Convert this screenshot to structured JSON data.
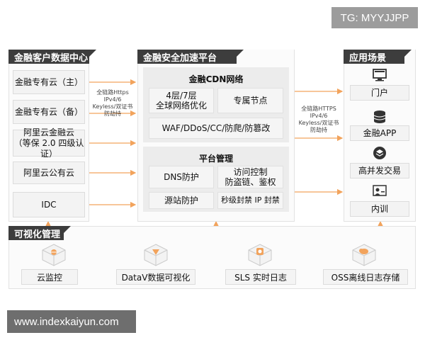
{
  "watermark": "TG: MYYJJPP",
  "left": {
    "header": "金融客户数据中心",
    "items": [
      "金融专有云（主）",
      "金融专有云（备）",
      "阿里云金融云\n（等保 2.0 四级认证）",
      "阿里云公有云",
      "IDC"
    ]
  },
  "left_note": "全链路Https\nIPv4/6\nKeyless/双证书\n防劫持",
  "center": {
    "header": "金融安全加速平台",
    "cdn": {
      "title": "金融CDN网络",
      "box_layer": "4层/7层\n全球网络优化",
      "box_node": "专属节点",
      "box_waf": "WAF/DDoS/CC/防爬/防篡改"
    },
    "mgmt": {
      "title": "平台管理",
      "box_dns": "DNS防护",
      "box_access": "访问控制\n防盗链、鉴权",
      "box_origin": "源站防护",
      "box_ban": "秒级封禁 IP 封禁"
    }
  },
  "right_note": "全链路HTTPS\nIPv4/6\nKeyless/双证书\n防劫持",
  "right": {
    "header": "应用场景",
    "items": [
      {
        "label": "门户",
        "icon": "monitor-icon"
      },
      {
        "label": "金融APP",
        "icon": "database-icon"
      },
      {
        "label": "高并发交易",
        "icon": "layers-icon"
      },
      {
        "label": "内训",
        "icon": "presenter-icon"
      }
    ]
  },
  "viz": {
    "header": "可视化管理",
    "items": [
      "云监控",
      "DataV数据可视化",
      "SLS 实时日志",
      "OSS离线日志存储"
    ]
  },
  "url": "www.indexkaiyun.com",
  "colors": {
    "accent": "#f2a35c",
    "header": "#3d3d3d",
    "panel": "#ececec"
  }
}
